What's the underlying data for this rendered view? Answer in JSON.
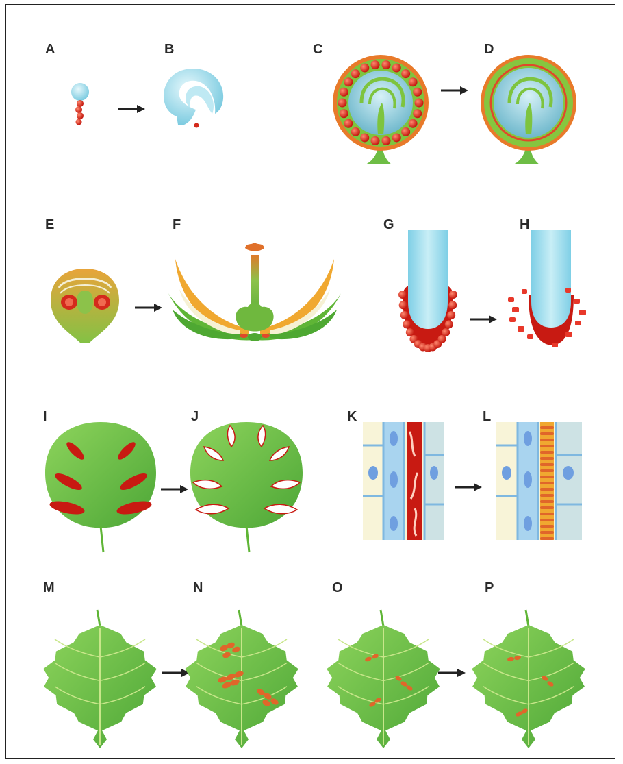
{
  "panels": [
    {
      "id": "A",
      "label": "A"
    },
    {
      "id": "B",
      "label": "B"
    },
    {
      "id": "C",
      "label": "C"
    },
    {
      "id": "D",
      "label": "D"
    },
    {
      "id": "E",
      "label": "E"
    },
    {
      "id": "F",
      "label": "F"
    },
    {
      "id": "G",
      "label": "G"
    },
    {
      "id": "H",
      "label": "H"
    },
    {
      "id": "I",
      "label": "I"
    },
    {
      "id": "J",
      "label": "J"
    },
    {
      "id": "K",
      "label": "K"
    },
    {
      "id": "L",
      "label": "L"
    },
    {
      "id": "M",
      "label": "M"
    },
    {
      "id": "N",
      "label": "N"
    },
    {
      "id": "O",
      "label": "O"
    },
    {
      "id": "P",
      "label": "P"
    }
  ],
  "colors": {
    "cell_red": "#d42a1c",
    "leaf_green": "#6ebd45",
    "embryo_blue": "#8fd3e4",
    "petal_orange": "#f0a830",
    "wall_cream": "#f8f4d8",
    "wall_blue": "#a9d4ef",
    "rust_orange": "#e0662a"
  }
}
